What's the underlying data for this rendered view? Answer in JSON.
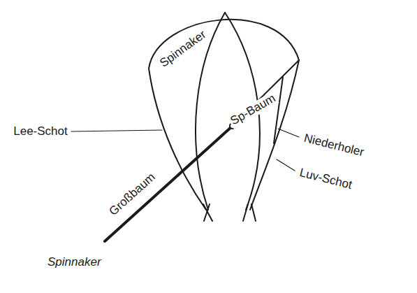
{
  "diagram": {
    "caption": "Spinnaker",
    "labels": [
      "Spinnaker",
      "Lee-Schot",
      "Großbaum",
      "Sp-Baum",
      "Niederholer",
      "Luv-Schot"
    ]
  }
}
